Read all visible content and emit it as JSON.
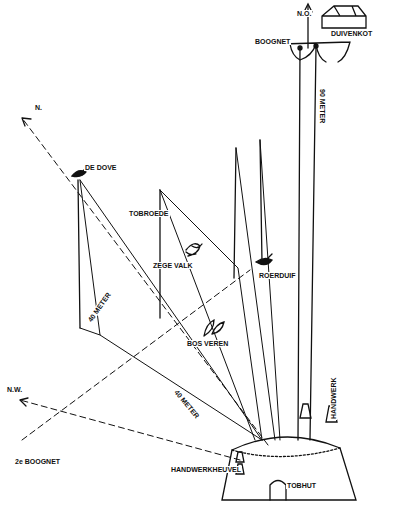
{
  "diagram": {
    "labels": [
      "N.O.",
      "DUIVENKOT",
      "BOOGNET",
      "90 METER",
      "DE DOVE",
      "N.",
      "TOBROEDE",
      "ZEGE VALK",
      "ROERDUIF",
      "40 METER",
      "BOS VEREN",
      "40 METER",
      "HANDWERK",
      "N.W.",
      "2e BOOGNET",
      "HANDWERKHEUVEL",
      "TOBHUT"
    ]
  }
}
